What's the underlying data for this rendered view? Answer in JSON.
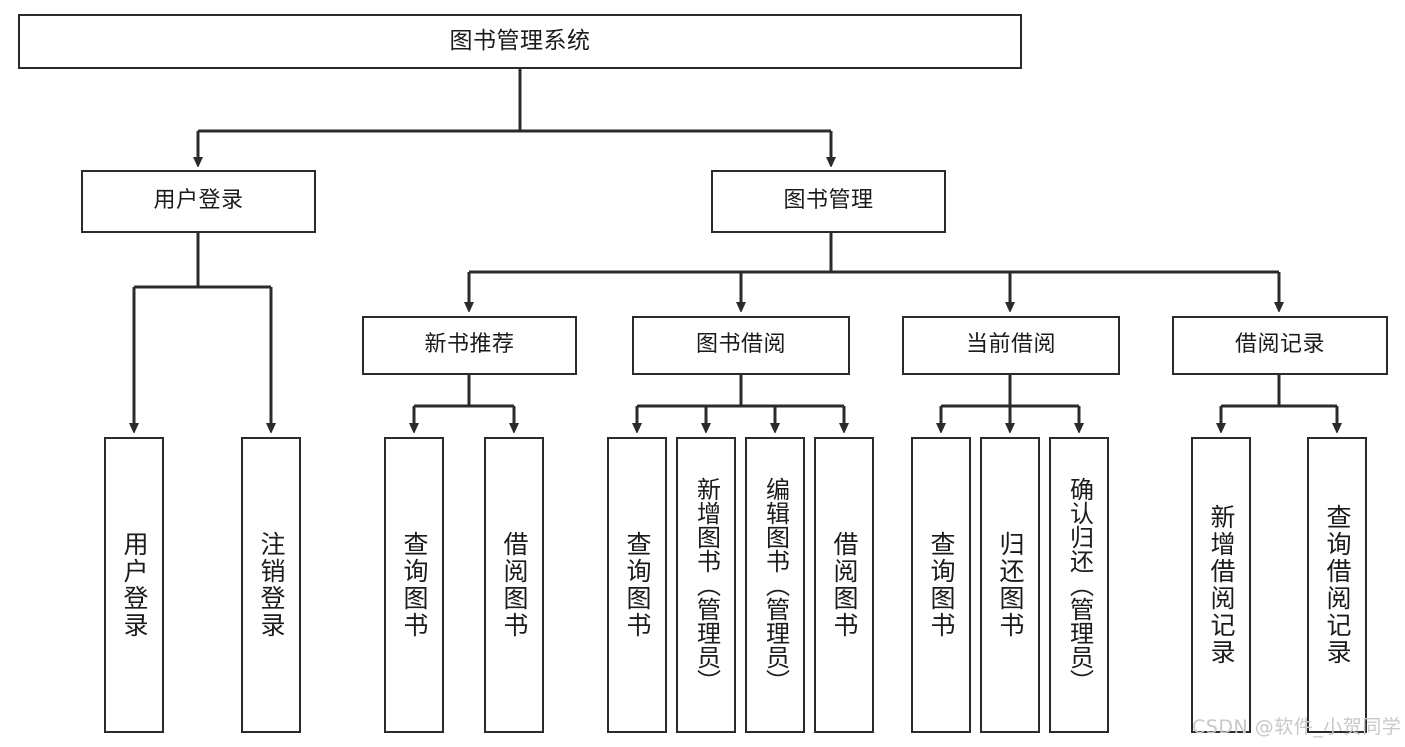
{
  "diagram": {
    "title": "图书管理系统",
    "watermark": "CSDN @软件_小贺同学",
    "style": {
      "background": "#ffffff",
      "box_border": "#2b2b2b",
      "text_color": "#1b1b1b",
      "watermark_color": "#c8c8c8"
    },
    "levels": {
      "root": {
        "label": "图书管理系统"
      },
      "level2": [
        {
          "label": "用户登录"
        },
        {
          "label": "图书管理"
        }
      ],
      "level3": [
        {
          "label": "新书推荐"
        },
        {
          "label": "图书借阅"
        },
        {
          "label": "当前借阅"
        },
        {
          "label": "借阅记录"
        }
      ],
      "leaves": {
        "user_login": [
          {
            "label": "用户登录"
          },
          {
            "label": "注销登录"
          }
        ],
        "new_book_recommend": [
          {
            "label": "查询图书"
          },
          {
            "label": "借阅图书"
          }
        ],
        "book_borrow": [
          {
            "label": "查询图书"
          },
          {
            "label": "新增图书（管理员）"
          },
          {
            "label": "编辑图书（管理员）"
          },
          {
            "label": "借阅图书"
          }
        ],
        "current_borrow": [
          {
            "label": "查询图书"
          },
          {
            "label": "归还图书"
          },
          {
            "label": "确认归还（管理员）"
          }
        ],
        "borrow_record": [
          {
            "label": "新增借阅记录"
          },
          {
            "label": "查询借阅记录"
          }
        ]
      }
    }
  }
}
